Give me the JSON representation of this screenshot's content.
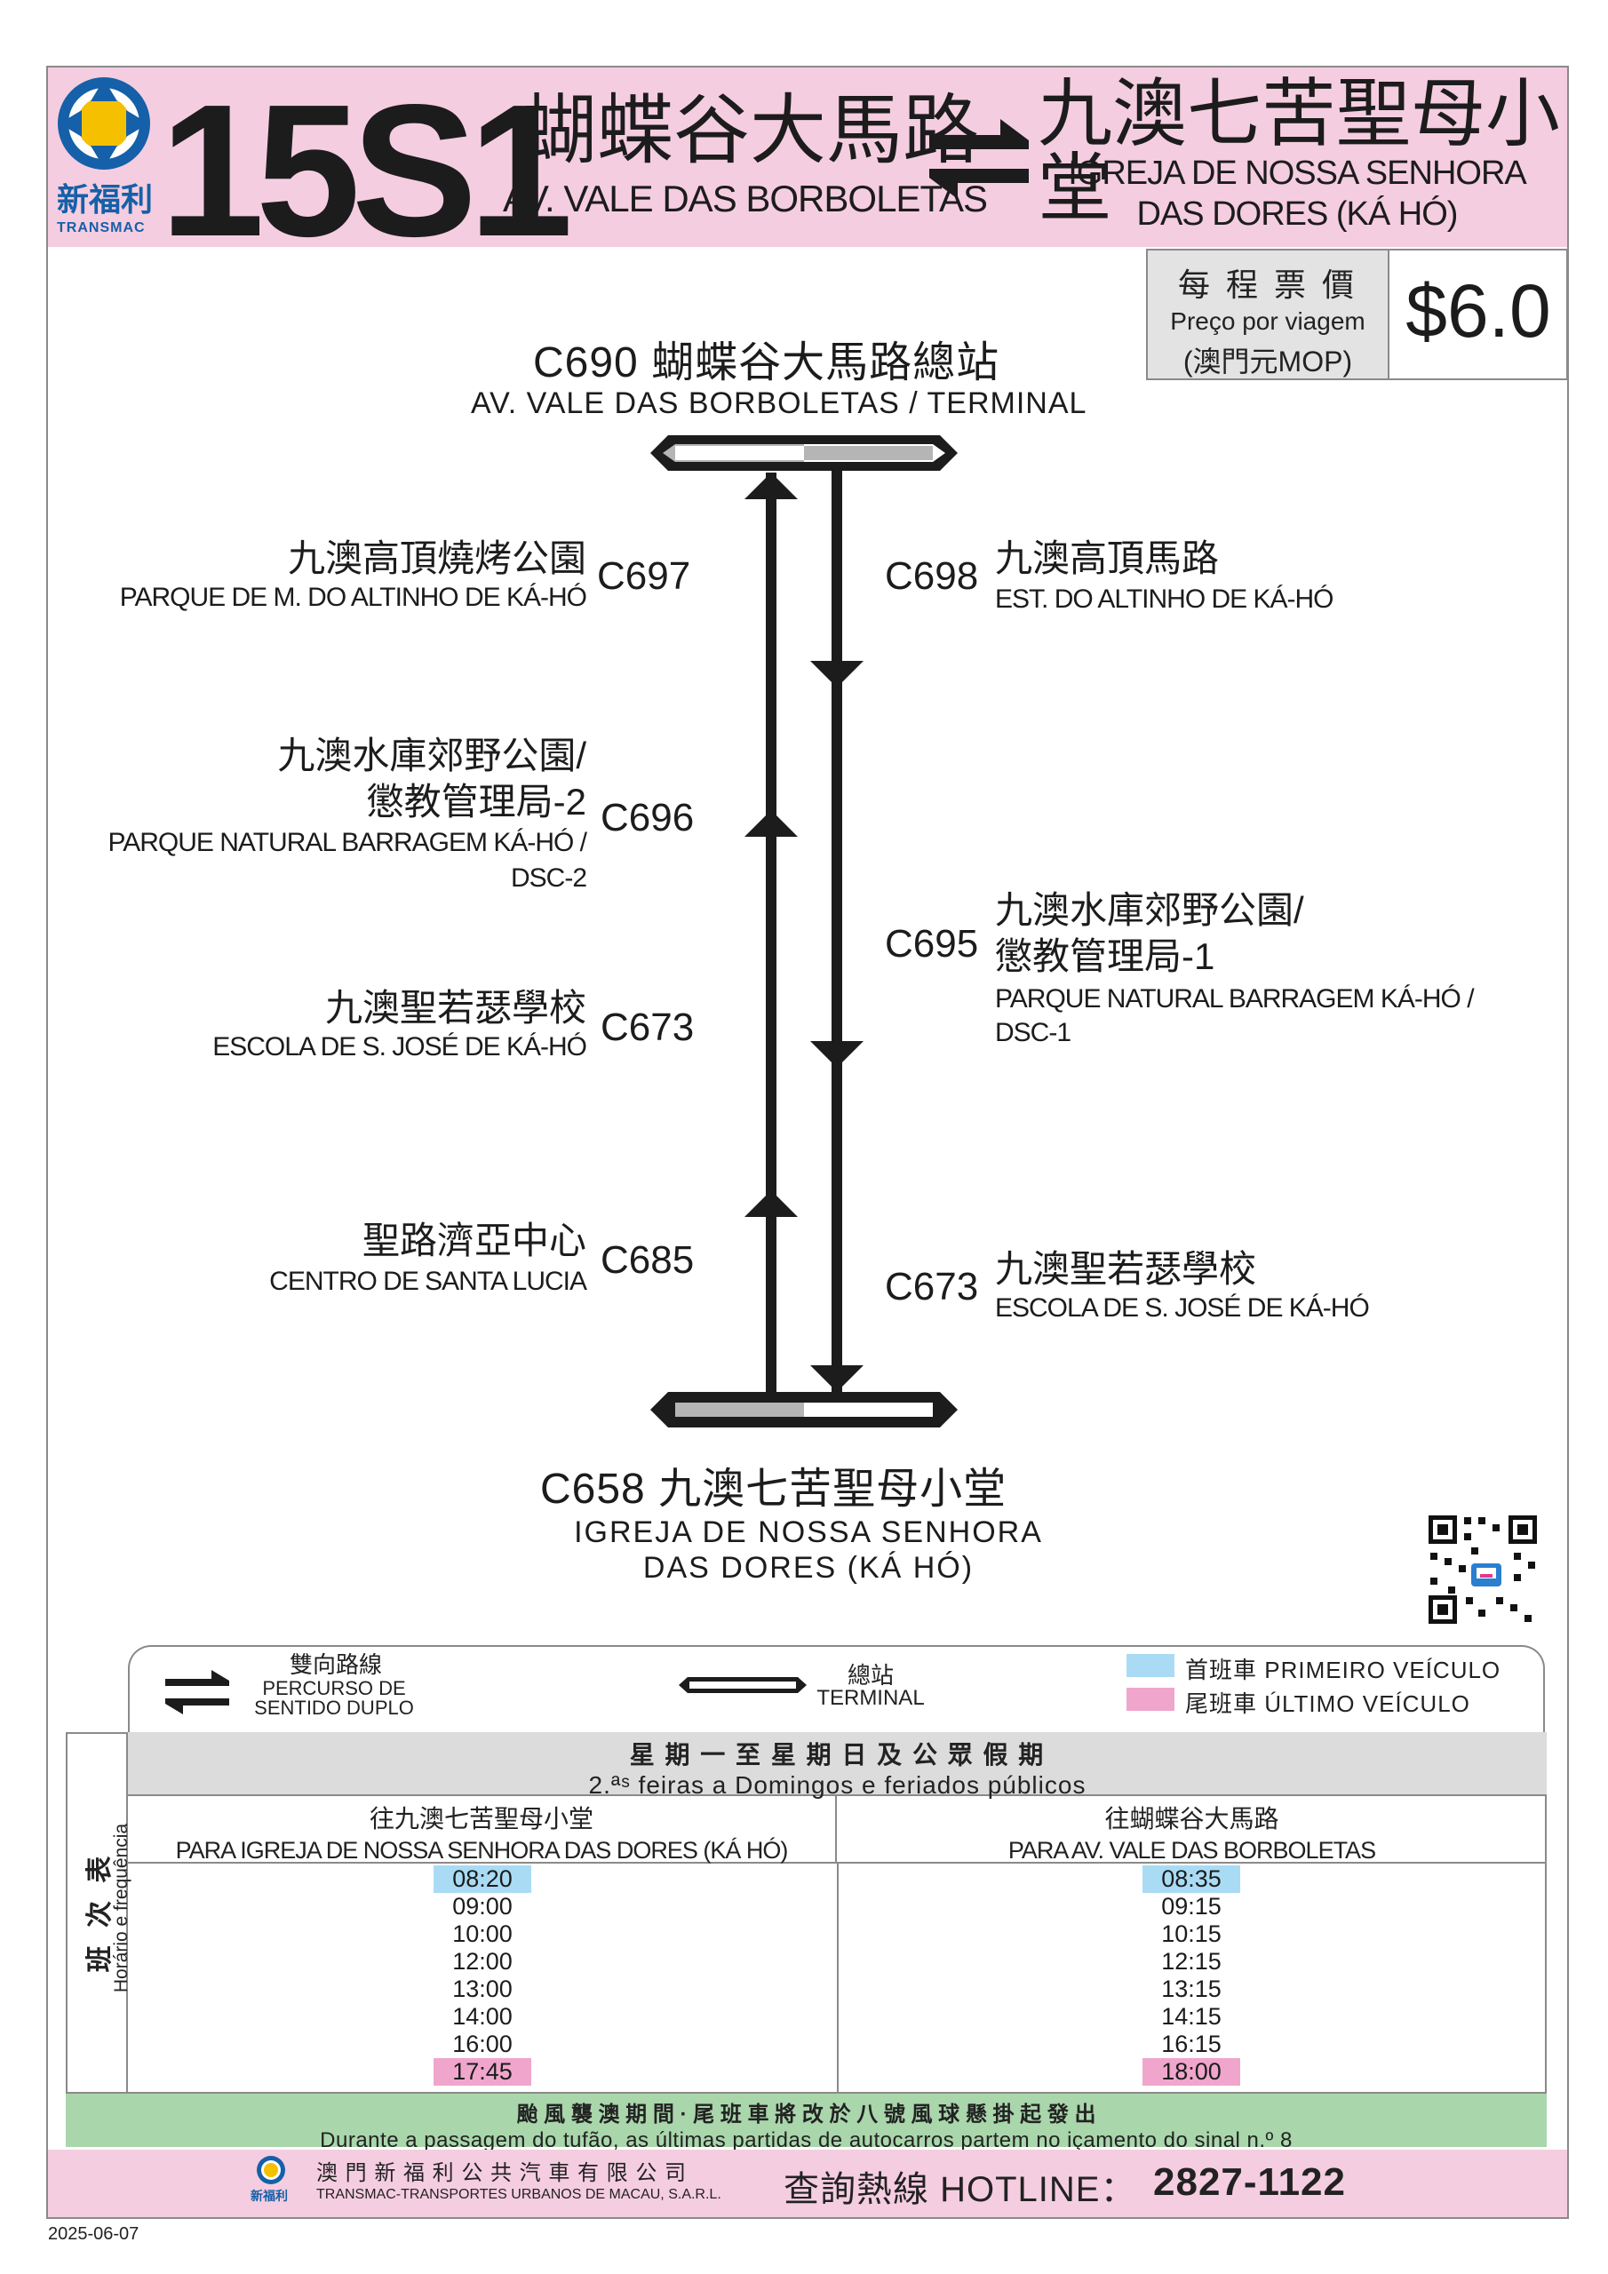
{
  "header": {
    "brand_zh": "新福利",
    "brand_en": "TRANSMAC",
    "route_number": "15S1",
    "origin_zh": "蝴蝶谷大馬路",
    "origin_pt": "AV. VALE DAS BORBOLETAS",
    "destination_zh": "九澳七苦聖母小堂",
    "destination_pt_line1": "IGREJA DE NOSSA SENHORA",
    "destination_pt_line2": "DAS DORES (KÁ HÓ)"
  },
  "fare": {
    "label_zh": "每 程 票 價",
    "label_pt": "Preço por viagem",
    "currency": "(澳門元MOP)",
    "amount": "$6.0"
  },
  "terminals": {
    "top": {
      "code_name": "C690 蝴蝶谷大馬路總站",
      "pt": "AV. VALE DAS BORBOLETAS / TERMINAL"
    },
    "bottom": {
      "code_name": "C658 九澳七苦聖母小堂",
      "pt_line1": "IGREJA DE NOSSA SENHORA",
      "pt_line2": "DAS DORES (KÁ HÓ)"
    }
  },
  "stops_left": [
    {
      "code": "C697",
      "zh": "九澳高頂燒烤公園",
      "pt": "PARQUE DE M. DO ALTINHO DE KÁ-HÓ"
    },
    {
      "code": "C696",
      "zh_line1": "九澳水庫郊野公園/",
      "zh_line2": "懲教管理局-2",
      "pt_line1": "PARQUE NATURAL BARRAGEM KÁ-HÓ /",
      "pt_line2": "DSC-2"
    },
    {
      "code": "C673",
      "zh": "九澳聖若瑟學校",
      "pt": "ESCOLA DE S. JOSÉ DE KÁ-HÓ"
    },
    {
      "code": "C685",
      "zh": "聖路濟亞中心",
      "pt": "CENTRO DE SANTA LUCIA"
    }
  ],
  "stops_right": [
    {
      "code": "C698",
      "zh": "九澳高頂馬路",
      "pt": "EST. DO ALTINHO DE KÁ-HÓ"
    },
    {
      "code": "C695",
      "zh_line1": "九澳水庫郊野公園/",
      "zh_line2": "懲教管理局-1",
      "pt_line1": "PARQUE NATURAL BARRAGEM KÁ-HÓ /",
      "pt_line2": "DSC-1"
    },
    {
      "code": "C673",
      "zh": "九澳聖若瑟學校",
      "pt": "ESCOLA DE S. JOSÉ DE KÁ-HÓ"
    }
  ],
  "legend": {
    "double_zh": "雙向路線",
    "double_pt_line1": "PERCURSO DE",
    "double_pt_line2": "SENTIDO DUPLO",
    "terminal_zh": "總站",
    "terminal_pt": "TERMINAL",
    "first_label": "首班車 PRIMEIRO VEÍCULO",
    "last_label": "尾班車 ÚLTIMO VEÍCULO",
    "first_color": "#a9dcf4",
    "last_color": "#f0a6cc"
  },
  "schedule": {
    "side_zh": "班 次 表",
    "side_pt": "Horário e frequência",
    "days_zh": "星 期 一 至 星 期 日 及 公 眾 假 期",
    "days_pt": "2.ªˢ feiras a Domingos e feriados públicos",
    "col1_zh": "往九澳七苦聖母小堂",
    "col1_pt": "PARA  IGREJA DE NOSSA SENHORA DAS DORES (KÁ HÓ)",
    "col2_zh": "往蝴蝶谷大馬路",
    "col2_pt": "PARA AV. VALE DAS BORBOLETAS",
    "col1_times": [
      "08:20",
      "09:00",
      "10:00",
      "12:00",
      "13:00",
      "14:00",
      "16:00",
      "17:45"
    ],
    "col2_times": [
      "08:35",
      "09:15",
      "10:15",
      "12:15",
      "13:15",
      "14:15",
      "16:15",
      "18:00"
    ]
  },
  "typhoon": {
    "zh": "颱 風 襲 澳 期 間 · 尾 班 車 將 改 於 八 號 風 球 懸 掛 起 發 出",
    "pt": "Durante a passagem do tufão, as últimas partidas de autocarros partem no içamento do sinal n.º 8"
  },
  "footer": {
    "company_zh": "澳 門 新 福 利 公 共 汽 車 有 限 公 司",
    "company_pt": "TRANSMAC-TRANSPORTES URBANOS DE MACAU, S.A.R.L.",
    "hotline_label": "查詢熱線 HOTLINE：",
    "hotline_number": "2827-1122",
    "brand_small": "新福利",
    "date": "2025-06-07"
  },
  "colors": {
    "header_pink": "#f5cde0",
    "brand_blue": "#1560a8",
    "typhoon_green": "#a9d6ab"
  }
}
